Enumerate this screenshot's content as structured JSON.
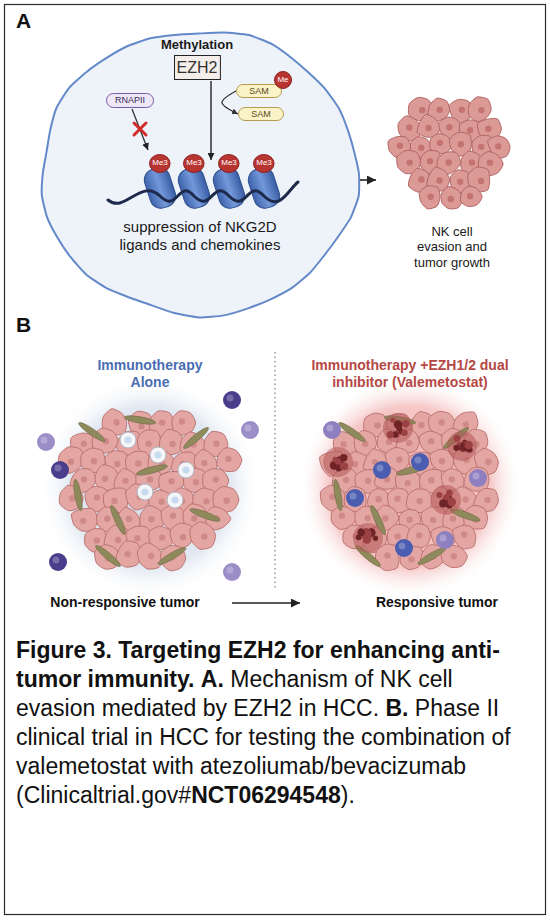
{
  "diagram": {
    "caption": "Figure 3. Targeting EZH2 for enhancing anti-tumor immunity. A. Mechanism of NK cell evasion mediated by EZH2 in HCC. B. Phase II clinical trial in HCC for testing the combination of valemetostat with atezoliumab/bevacizumab (Clinicaltrial.gov#NCT06294548).",
    "nodes": [
      {
        "text": [
          "Methylation",
          "suppression of NKG2D ligands and chemokines"
        ]
      },
      {
        "text": [
          "EZH2"
        ],
        "in": 0
      },
      {
        "text": [
          "RNAPII"
        ],
        "in": 0
      },
      {
        "text": [
          "SAM"
        ],
        "in": 0
      },
      {
        "text": [
          "Me"
        ],
        "in": 0
      },
      {
        "text": [
          "SAM"
        ],
        "in": 0
      },
      {
        "text": [
          "Me3"
        ],
        "in": 0
      },
      {
        "text": [
          "Me3"
        ],
        "in": 0
      },
      {
        "text": [
          "Me3"
        ],
        "in": 0
      },
      {
        "text": [
          "Me3"
        ],
        "in": 0
      },
      {
        "text": [
          "NK cell evasion and tumor growth"
        ]
      },
      {
        "text": [
          "Immunotherapy Alone",
          "Non-responsive tumor"
        ]
      },
      {
        "text": [
          "Immunotherapy +EZH1/2 dual inhibitor (Valemetostat)",
          "Responsive tumor"
        ]
      }
    ],
    "edges": [
      {
        "from": 3,
        "to": 5,
        "arrow": "to"
      },
      {
        "from": 0,
        "to": 10,
        "arrow": "to"
      },
      {
        "from": 11,
        "to": 12,
        "arrow": "to"
      }
    ],
    "labels": [
      "A",
      "B"
    ]
  }
}
